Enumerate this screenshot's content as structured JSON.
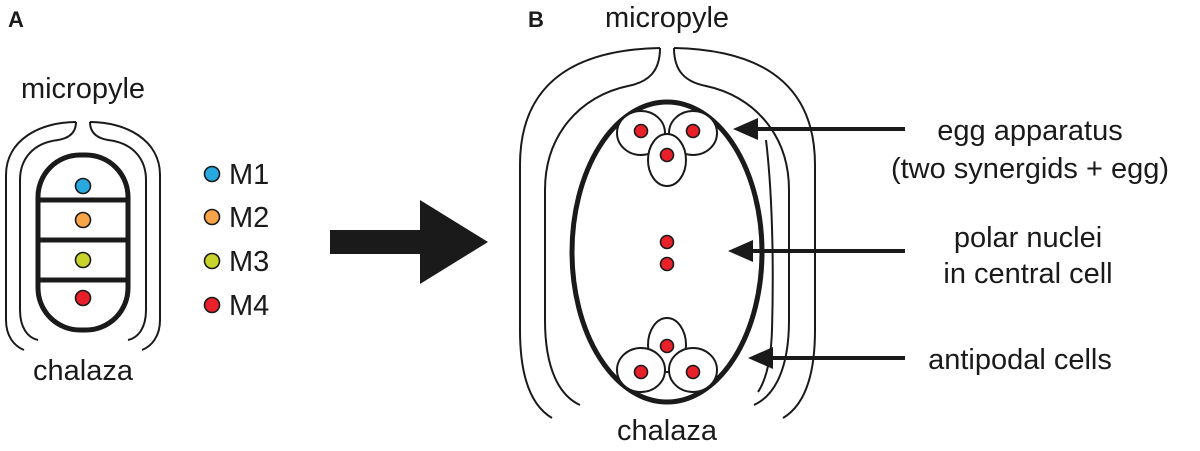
{
  "panel_a": {
    "letter": "A",
    "top_label": "micropyle",
    "bottom_label": "chalaza",
    "legend": [
      {
        "label": "M1",
        "color": "#29a8e0"
      },
      {
        "label": "M2",
        "color": "#f7a548"
      },
      {
        "label": "M3",
        "color": "#c8d42a"
      },
      {
        "label": "M4",
        "color": "#e8202a"
      }
    ]
  },
  "panel_b": {
    "letter": "B",
    "top_label": "micropyle",
    "bottom_label": "chalaza",
    "nucleus_color": "#e8202a",
    "annotations": {
      "egg_line1": "egg apparatus",
      "egg_line2": "(two synergids + egg)",
      "polar_line1": "polar nuclei",
      "polar_line2": "in central cell",
      "antipodal": "antipodal cells"
    }
  }
}
